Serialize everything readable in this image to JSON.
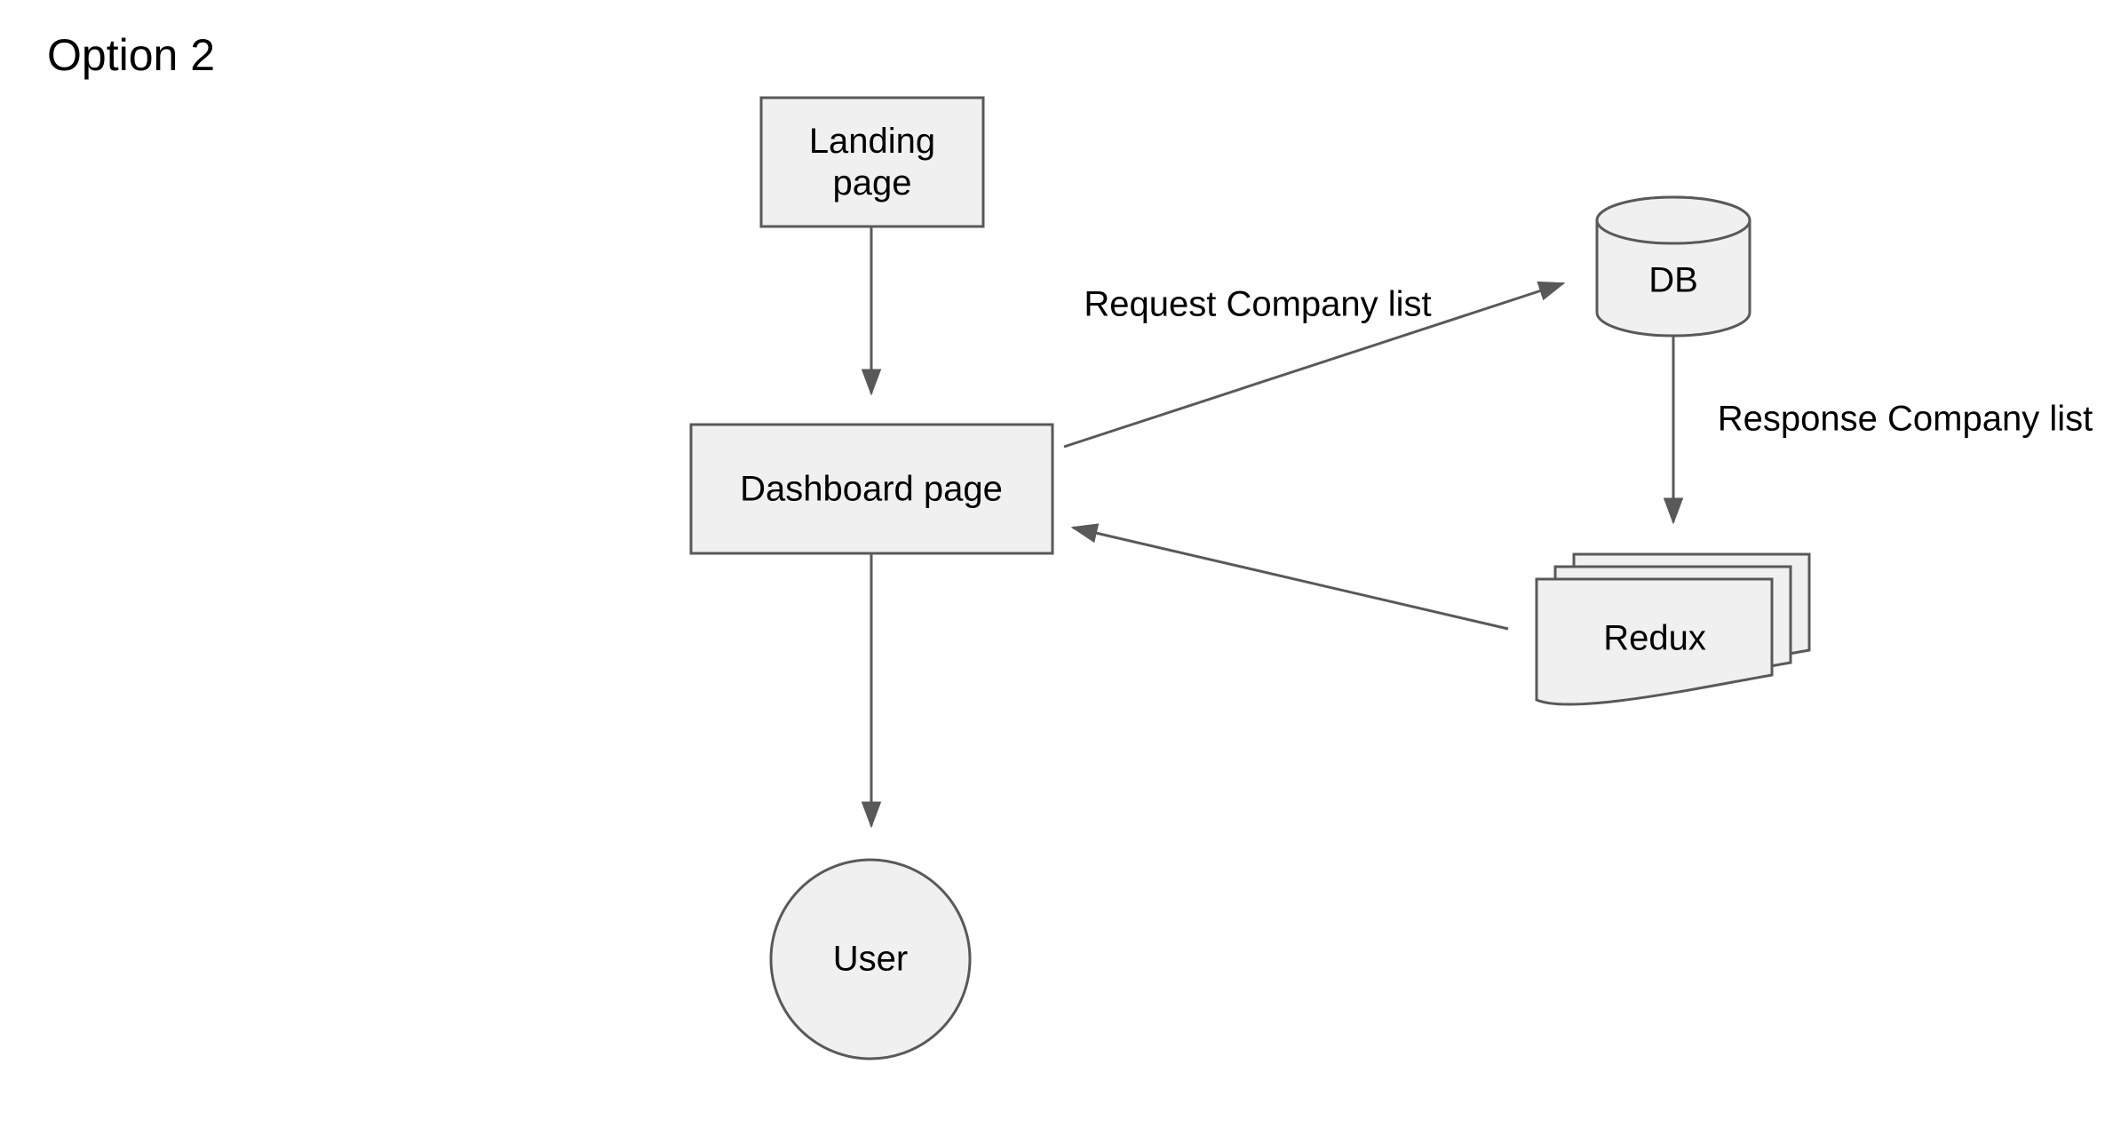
{
  "title": "Option 2",
  "colors": {
    "node_fill": "#f0f0f0",
    "node_stroke": "#595959",
    "arrow": "#595959",
    "text": "#000000",
    "background": "#ffffff"
  },
  "nodes": {
    "landing": {
      "label": "Landing page",
      "shape": "rectangle"
    },
    "dashboard": {
      "label": "Dashboard page",
      "shape": "rectangle"
    },
    "db": {
      "label": "DB",
      "shape": "cylinder"
    },
    "redux": {
      "label": "Redux",
      "shape": "multi-document"
    },
    "user": {
      "label": "User",
      "shape": "circle"
    }
  },
  "edges": [
    {
      "from": "landing",
      "to": "dashboard",
      "label": ""
    },
    {
      "from": "dashboard",
      "to": "db",
      "label": "Request Company list"
    },
    {
      "from": "db",
      "to": "redux",
      "label": "Response Company list"
    },
    {
      "from": "redux",
      "to": "dashboard",
      "label": ""
    },
    {
      "from": "dashboard",
      "to": "user",
      "label": ""
    }
  ]
}
